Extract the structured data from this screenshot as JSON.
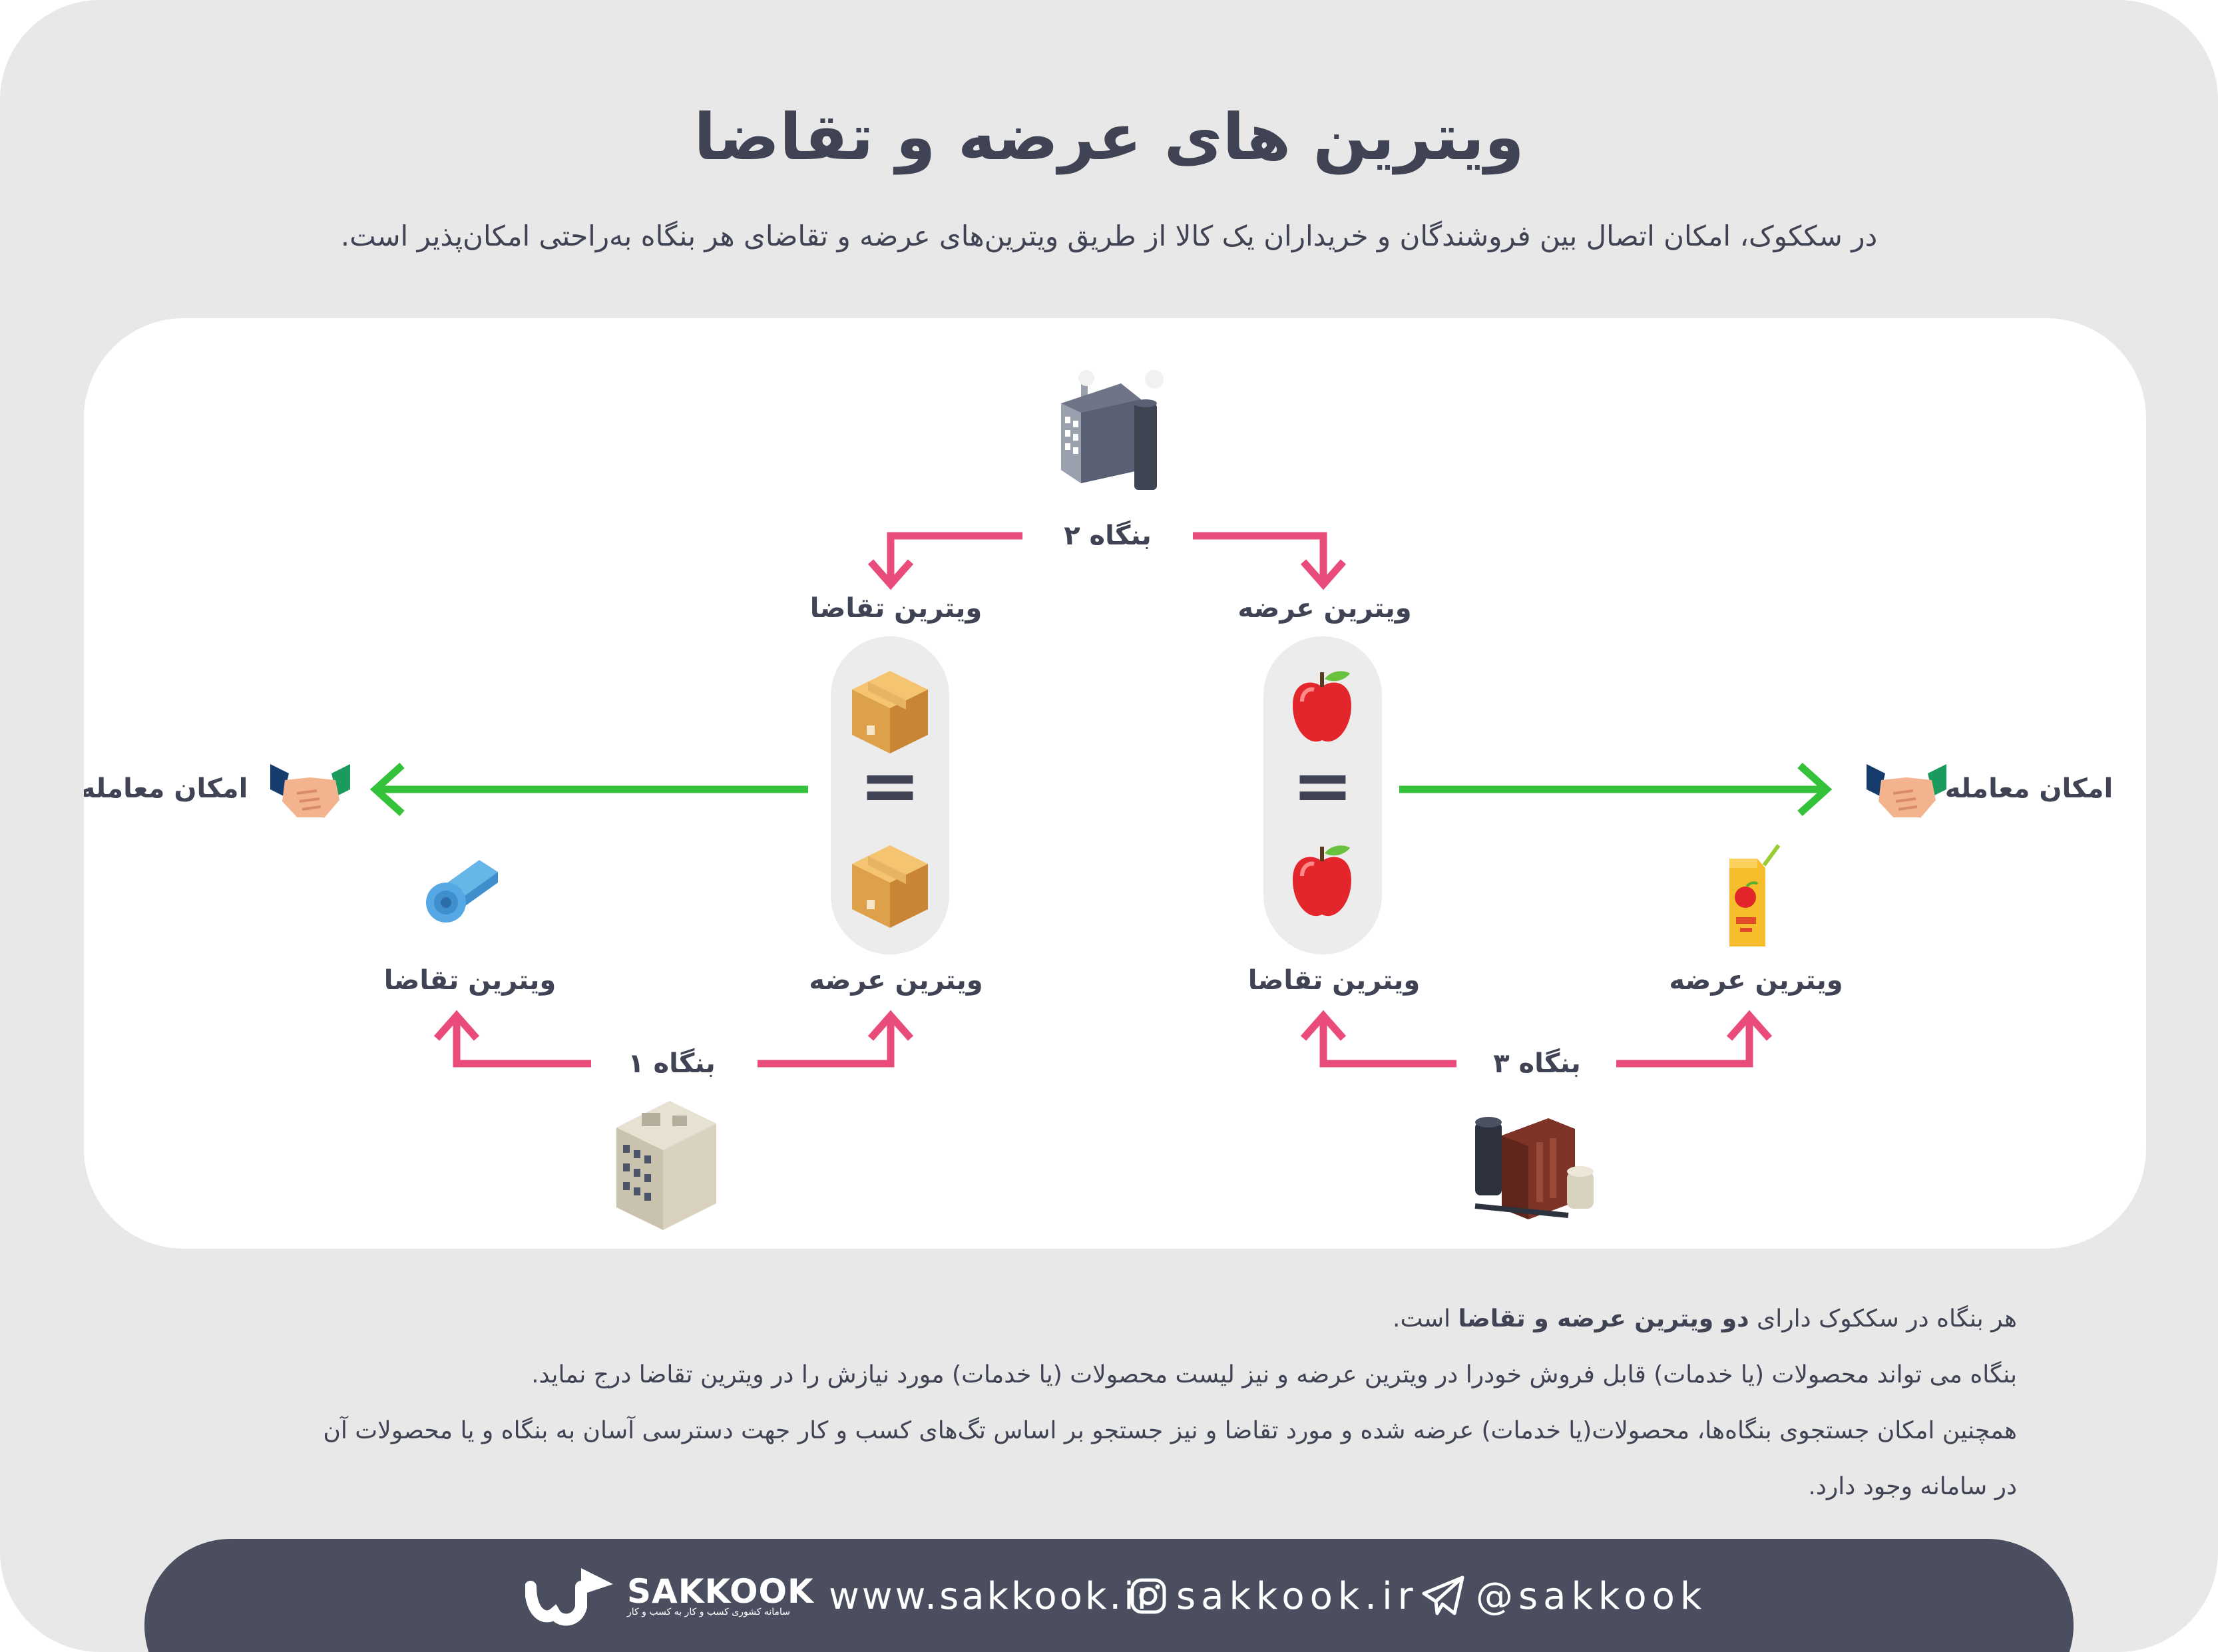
{
  "header": {
    "title": "ویترین های عرضه و تقاضا",
    "subtitle": "در سککوک، امکان اتصال بین فروشندگان و خریداران یک کالا از طریق ویترین‌های عرضه و تقاضای هر بنگاه به‌راحتی امکان‌پذیر است."
  },
  "diagram": {
    "enterprise1": "بنگاه ۱",
    "enterprise2": "بنگاه ۲",
    "enterprise3": "بنگاه ۳",
    "supply": "ویترین عرضه",
    "demand": "ویترین تقاضا",
    "deal": "امکان معامله",
    "equals": "="
  },
  "notes": {
    "line1_pre": "هر بنگاه در سککوک دارای ",
    "line1_bold": "دو ویترین عرضه و تقاضا",
    "line1_post": " است.",
    "line2": "بنگاه می تواند محصولات (یا خدمات) قابل فروش خودرا در ویترین عرضه و نیز لیست محصولات (یا خدمات) مورد نیازش را در ویترین تقاضا درج نماید.",
    "line3": "همچنین امکان جستجوی بنگاه‌ها، محصولات(یا خدمات) عرضه شده و مورد تقاضا و نیز جستجو بر اساس تگ‌های کسب و کار جهت دسترسی آسان به بنگاه و یا محصولات آن",
    "line4": "در سامانه وجود دارد."
  },
  "footer": {
    "brand": "SAKKOOK",
    "brand_tagline": "سامانه کشوری کسب و کار به کسب و کار",
    "website": "www.sakkook.ir",
    "instagram": "sakkook.ir",
    "telegram": "@sakkook",
    "instagram_icon": "instagram-icon",
    "telegram_icon": "telegram-icon"
  },
  "colors": {
    "background": "#e8e8e8",
    "panel": "#ffffff",
    "text": "#3f4353",
    "pink_arrow": "#e94c7a",
    "green_arrow": "#35c23b",
    "pill": "#ececec",
    "footer": "#4a4e5e"
  }
}
